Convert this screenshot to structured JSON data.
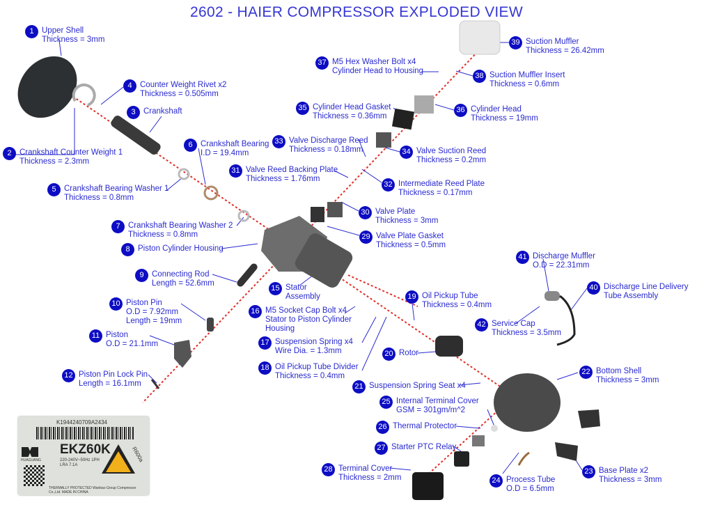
{
  "title": "2602 - HAIER COMPRESSOR EXPLODED VIEW",
  "colors": {
    "label": "#2a2ad0",
    "badge": "#0d0dc4",
    "axis": "#e0302a"
  },
  "parts": [
    {
      "num": "1",
      "lines": [
        "Upper Shell",
        "Thickness = 3mm"
      ]
    },
    {
      "num": "2",
      "lines": [
        "Crankshaft Counter Weight 1",
        "Thickness = 2.3mm"
      ]
    },
    {
      "num": "3",
      "lines": [
        "Crankshaft"
      ]
    },
    {
      "num": "4",
      "lines": [
        "Counter Weight Rivet x2",
        "Thickness = 0.505mm"
      ]
    },
    {
      "num": "5",
      "lines": [
        "Crankshaft Bearing Washer 1",
        "Thickness = 0.8mm"
      ]
    },
    {
      "num": "6",
      "lines": [
        "Crankshaft Bearing",
        "I.D = 19.4mm"
      ]
    },
    {
      "num": "7",
      "lines": [
        "Crankshaft Bearing Washer 2",
        "Thickness = 0.8mm"
      ]
    },
    {
      "num": "8",
      "lines": [
        "Piston Cylinder Housing"
      ]
    },
    {
      "num": "9",
      "lines": [
        "Connecting Rod",
        "Length = 52.6mm"
      ]
    },
    {
      "num": "10",
      "lines": [
        "Piston Pin",
        "O.D = 7.92mm",
        "Length = 19mm"
      ]
    },
    {
      "num": "11",
      "lines": [
        "Piston",
        "O.D = 21.1mm"
      ]
    },
    {
      "num": "12",
      "lines": [
        "Piston Pin Lock Pin",
        "Length = 16.1mm"
      ]
    },
    {
      "num": "15",
      "lines": [
        "Stator",
        "Assembly"
      ]
    },
    {
      "num": "16",
      "lines": [
        "M5 Socket Cap Bolt x4",
        "Stator to Piston Cylinder",
        "Housing"
      ]
    },
    {
      "num": "17",
      "lines": [
        "Suspension Spring x4",
        "Wire Dia. = 1.3mm"
      ]
    },
    {
      "num": "18",
      "lines": [
        "Oil Pickup Tube Divider",
        "Thickness = 0.4mm"
      ]
    },
    {
      "num": "19",
      "lines": [
        "Oil Pickup Tube",
        "Thickness = 0.4mm"
      ]
    },
    {
      "num": "20",
      "lines": [
        "Rotor"
      ]
    },
    {
      "num": "21",
      "lines": [
        "Suspension Spring Seat x4"
      ]
    },
    {
      "num": "22",
      "lines": [
        "Bottom Shell",
        "Thickness = 3mm"
      ]
    },
    {
      "num": "23",
      "lines": [
        "Base Plate x2",
        "Thickness = 3mm"
      ]
    },
    {
      "num": "24",
      "lines": [
        "Process Tube",
        "O.D = 6.5mm"
      ]
    },
    {
      "num": "25",
      "lines": [
        "Internal Terminal Cover",
        "GSM = 301gm/m^2"
      ]
    },
    {
      "num": "26",
      "lines": [
        "Thermal Protector"
      ]
    },
    {
      "num": "27",
      "lines": [
        "Starter PTC Relay"
      ]
    },
    {
      "num": "28",
      "lines": [
        "Terminal Cover",
        "Thickness = 2mm"
      ]
    },
    {
      "num": "29",
      "lines": [
        "Valve Plate Gasket",
        "Thickness = 0.5mm"
      ]
    },
    {
      "num": "30",
      "lines": [
        "Valve Plate",
        "Thickness = 3mm"
      ]
    },
    {
      "num": "31",
      "lines": [
        "Valve Reed Backing Plate",
        "Thickness = 1.76mm"
      ]
    },
    {
      "num": "32",
      "lines": [
        "Intermediate Reed Plate",
        "Thickness = 0.17mm"
      ]
    },
    {
      "num": "33",
      "lines": [
        "Valve Discharge Reed",
        "Thickness = 0.18mm"
      ]
    },
    {
      "num": "34",
      "lines": [
        "Valve Suction Reed",
        "Thickness = 0.2mm"
      ]
    },
    {
      "num": "35",
      "lines": [
        "Cylinder Head Gasket",
        "Thickness = 0.36mm"
      ]
    },
    {
      "num": "36",
      "lines": [
        "Cylinder Head",
        "Thickness = 19mm"
      ]
    },
    {
      "num": "37",
      "lines": [
        "M5 Hex Washer Bolt x4",
        "Cylinder Head to Housing"
      ]
    },
    {
      "num": "38",
      "lines": [
        "Suction Muffler Insert",
        "Thickness = 0.6mm"
      ]
    },
    {
      "num": "39",
      "lines": [
        "Suction Muffler",
        "Thickness = 26.42mm"
      ]
    },
    {
      "num": "40",
      "lines": [
        "Discharge Line Delivery",
        "Tube Assembly"
      ]
    },
    {
      "num": "41",
      "lines": [
        "Discharge Muffler",
        "O.D = 22.31mm"
      ]
    },
    {
      "num": "42",
      "lines": [
        "Service Cap",
        "Thickness = 3.5mm"
      ]
    }
  ],
  "nameplate": {
    "serial": "K1944240709A2434",
    "brand": "HUAGUANG",
    "model": "EKZ60K",
    "spec1": "220-240V~50Hz 1PH",
    "spec2": "LRA 7.1A",
    "refrigerant": "R600a",
    "footer": "THERMALLY PROTECTED  Wanbao Group Compressor Co.,Ltd.  MADE IN CHINA"
  }
}
